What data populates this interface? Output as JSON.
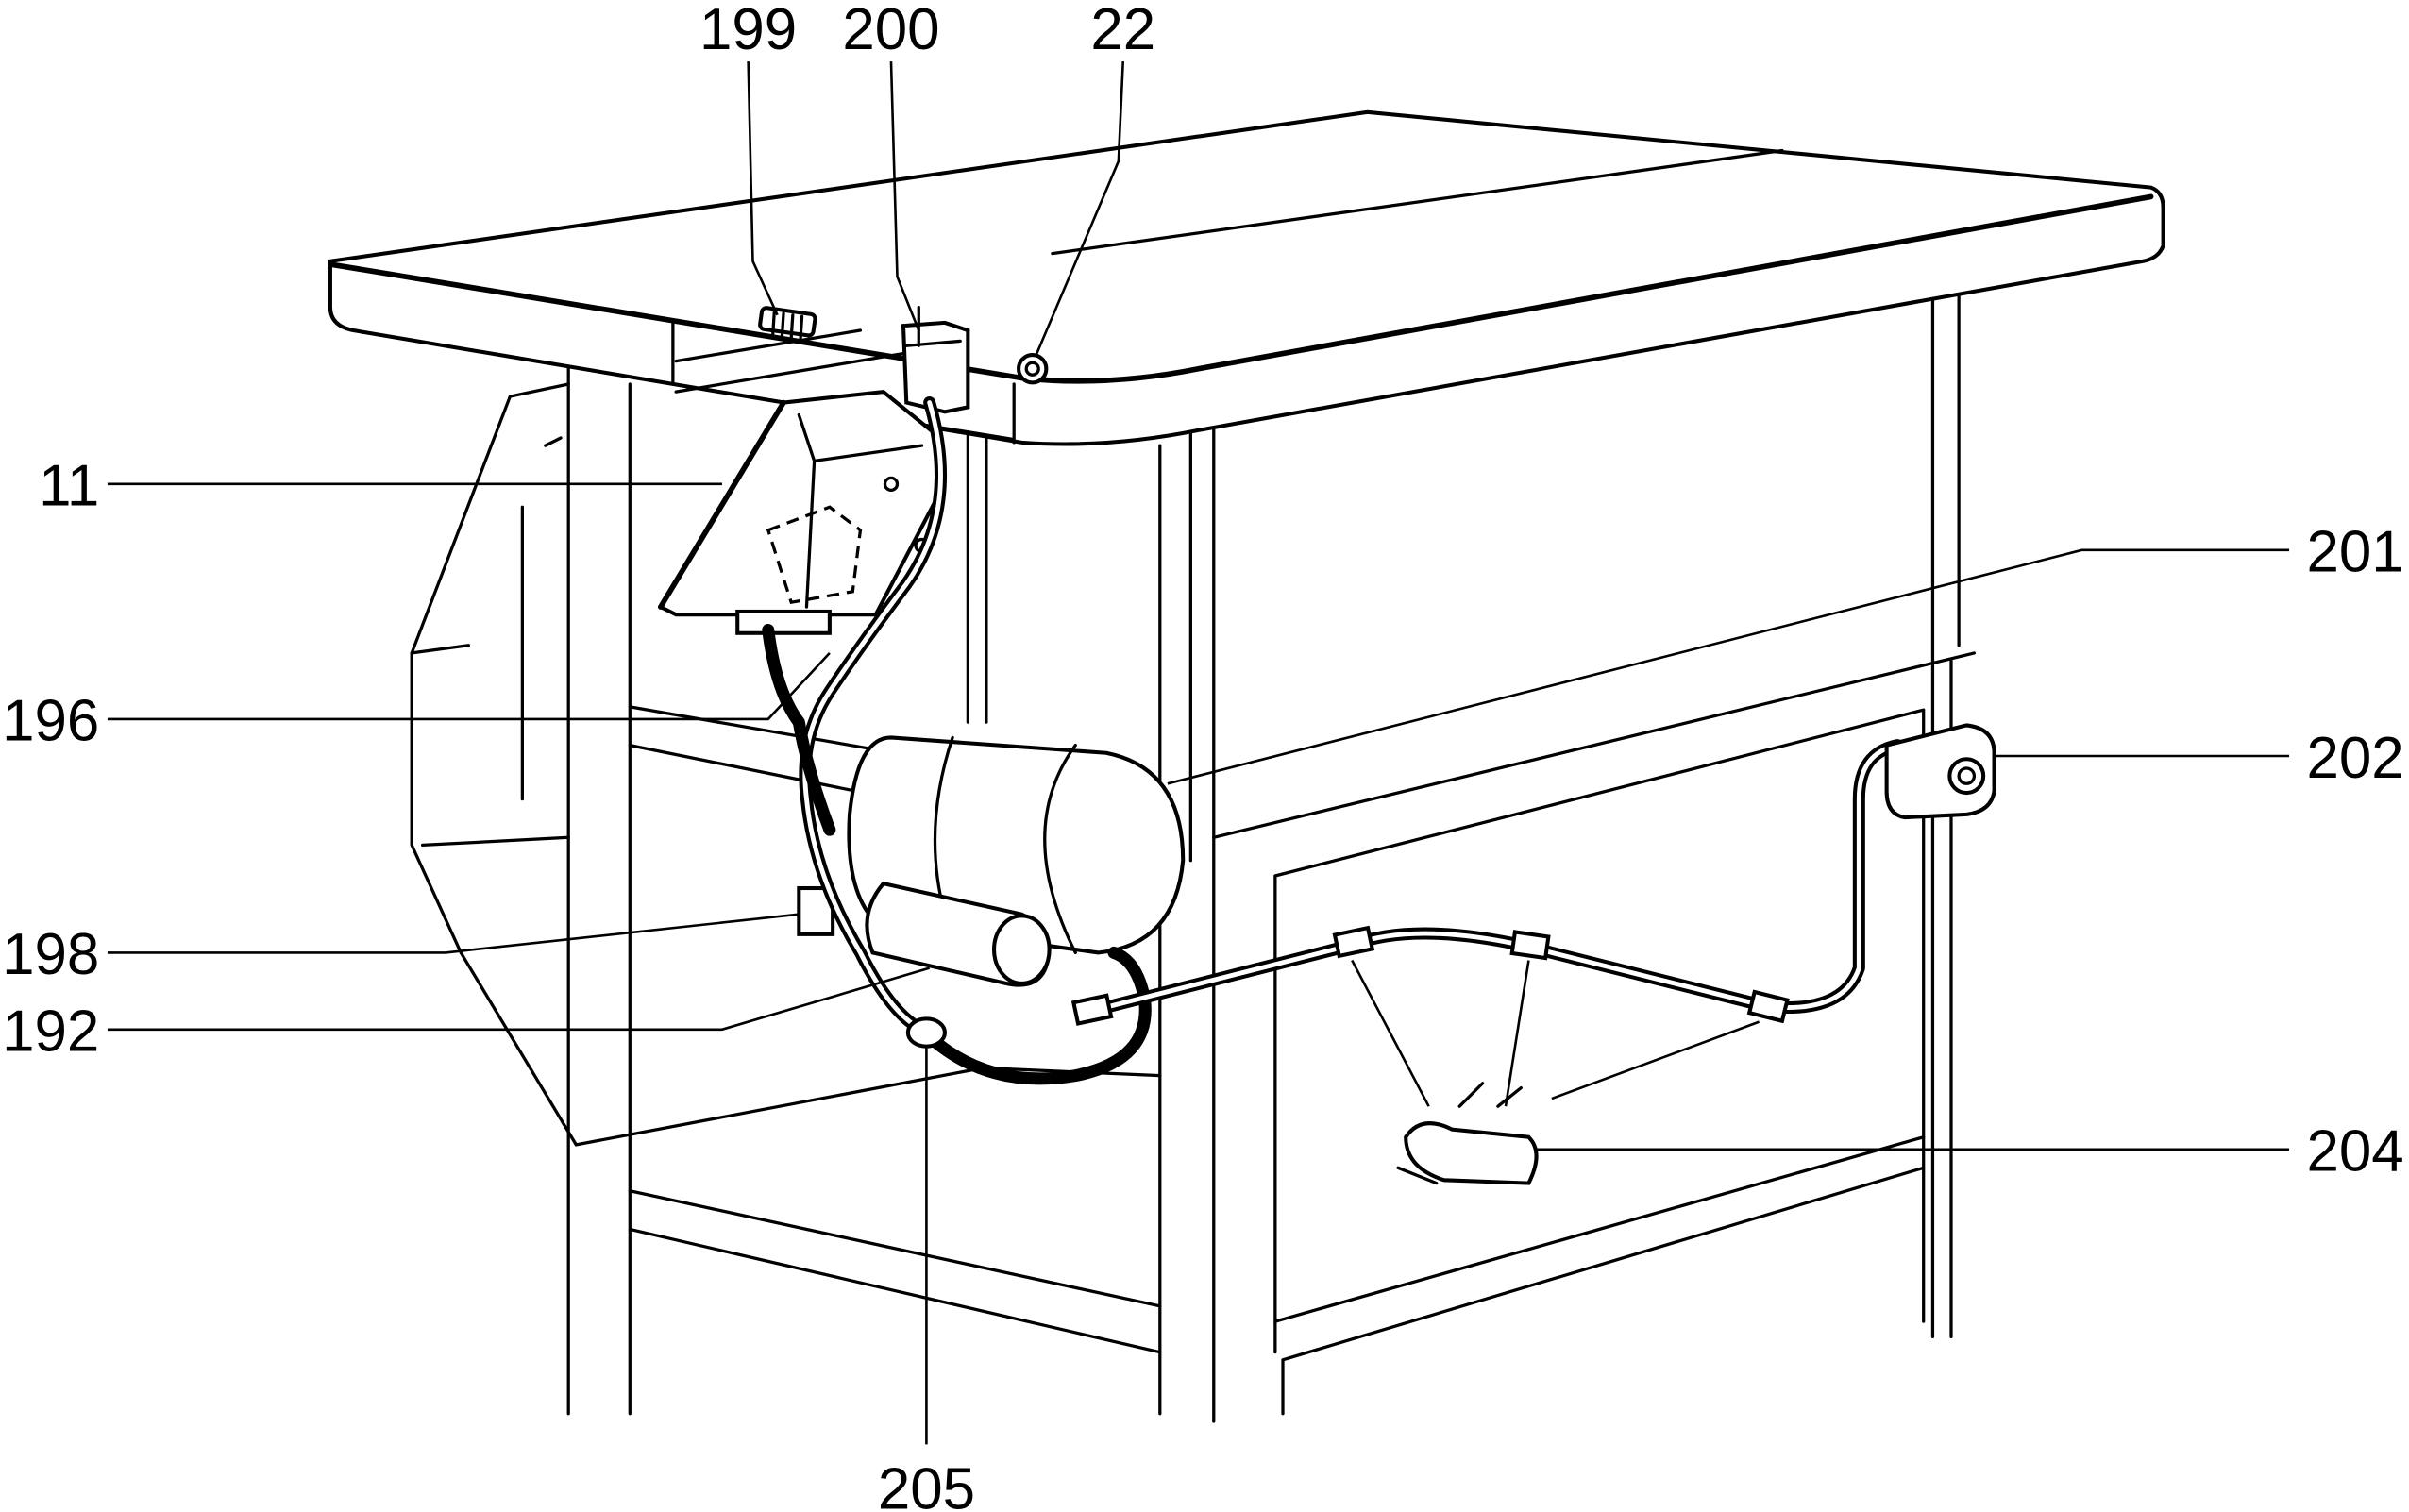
{
  "diagram": {
    "callouts": {
      "c199": "199",
      "c200": "200",
      "c22": "22",
      "c11": "11",
      "c196": "196",
      "c201": "201",
      "c202": "202",
      "c198": "198",
      "c192": "192",
      "c204": "204",
      "c205": "205"
    }
  }
}
